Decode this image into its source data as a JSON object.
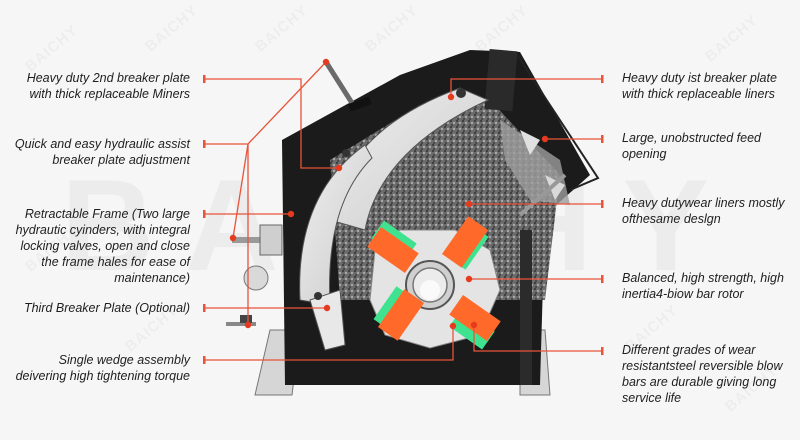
{
  "diagram": {
    "subject": "Impact crusher cross-section with feature callouts",
    "watermark_text": "BAICHY",
    "colors": {
      "leader_line": "#e8533a",
      "leader_dot": "#e63a1e",
      "blow_bar": "#ff6a2a",
      "blow_bar_edge": "#3fe38f",
      "text": "#1e1e1e",
      "background": "#f6f6f6"
    },
    "left_labels": [
      {
        "id": "L1",
        "text": "Heavy duty 2nd breaker plate with thick replaceable Miners"
      },
      {
        "id": "L2",
        "text": "Quick and easy hydraulic assist breaker plate adjustment"
      },
      {
        "id": "L3",
        "text": "Retractable Frame (Two large hydrautic cyinders, with integral locking valves, open and close the frame hales for ease of maintenance)"
      },
      {
        "id": "L4",
        "text": "Third Breaker Plate (Optional)"
      },
      {
        "id": "L5",
        "text": "Single wedge assembly deivering high tightening torque"
      }
    ],
    "right_labels": [
      {
        "id": "R1",
        "text": "Heavy duty ist breaker plate with thick replaceable liners"
      },
      {
        "id": "R2",
        "text": "Large, unobstructed feed opening"
      },
      {
        "id": "R3",
        "text": "Heavy dutywear liners mostly ofthesame deslgn"
      },
      {
        "id": "R4",
        "text": "Balanced, high strength, high inertia4-biow bar rotor"
      },
      {
        "id": "R5",
        "text": "Different grades of wear resistantsteel reversible blow bars are durable giving long service life"
      }
    ]
  }
}
